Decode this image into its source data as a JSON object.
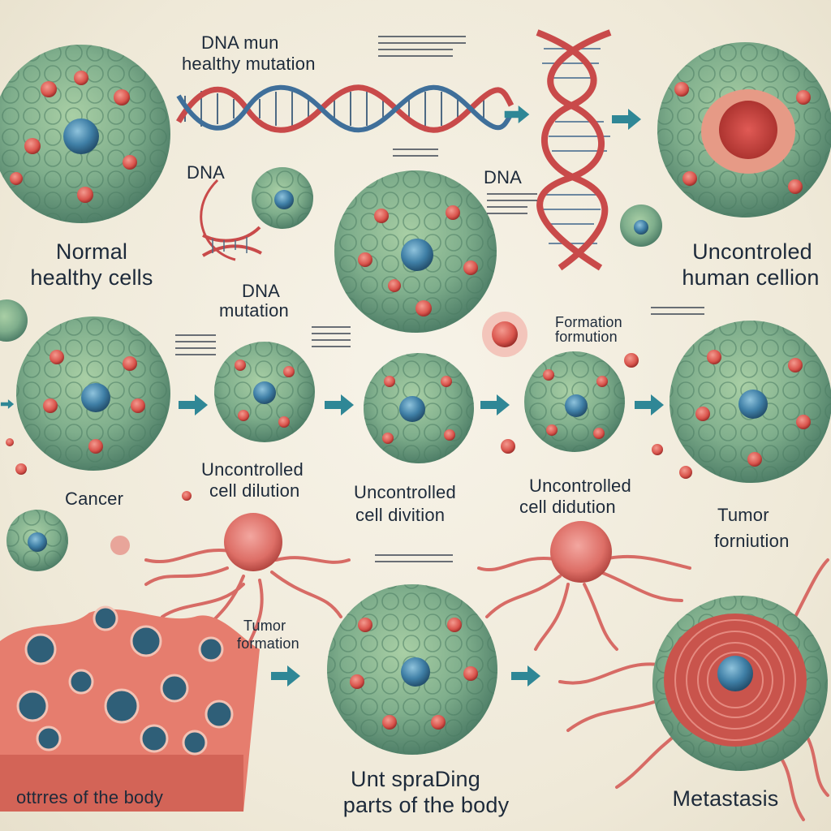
{
  "labels": {
    "dna_top_1": "DNA mun",
    "dna_top_2": "healthy mutation",
    "dna_left": "DNA",
    "dna_mid": "DNA",
    "normal_1": "Normal",
    "normal_2": "healthy cells",
    "dna_mutation_1": "DNA",
    "dna_mutation_2": "mutation",
    "uncontrolled_tr_1": "Uncontroled",
    "uncontrolled_tr_2": "human cellion",
    "formation_mid_1": "Formation",
    "formation_mid_2": "formution",
    "cancer": "Cancer",
    "unc_div_a_1": "Uncontrolled",
    "unc_div_a_2": "cell dilution",
    "unc_div_b_1": "Uncontrolled",
    "unc_div_b_2": "cell divition",
    "unc_div_c_1": "Uncontrolled",
    "unc_div_c_2": "cell didution",
    "tumor_right_1": "Tumor",
    "tumor_right_2": "forniution",
    "tumor_mid_1": "Tumor",
    "tumor_mid_2": "formation",
    "body_parts": "ottrres of the body",
    "spreading_1": "Unt spraDing",
    "spreading_2": "parts of the body",
    "metastasis": "Metastasis"
  },
  "colors": {
    "cell_green": "#7fae8c",
    "cell_dark": "#4f7f68",
    "nucleus_blue": "#3f7fa6",
    "red_spot": "#d9544c",
    "dna_red": "#c94a4a",
    "dna_blue": "#3f6f9a",
    "arrow_teal": "#2f8796",
    "text": "#1d2a3a"
  }
}
